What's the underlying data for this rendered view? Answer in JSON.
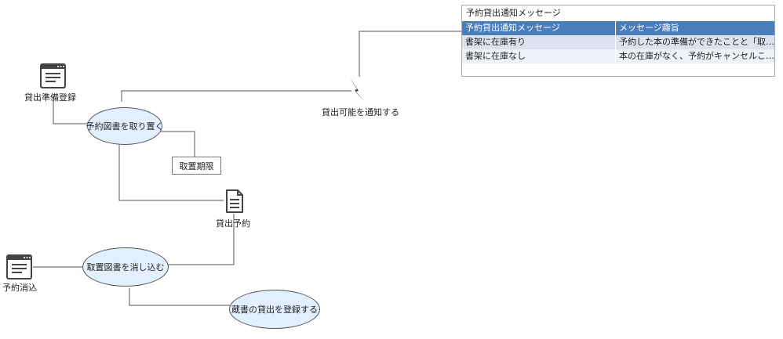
{
  "nodes": {
    "lending_prep_register": "貸出準備登録",
    "reserve_hold": "予約図書を取り置く",
    "hold_deadline": "取置期限",
    "notify_available": "貸出可能を通知する",
    "lending_reservation": "貸出予約",
    "clear_hold": "取置図書を消し込む",
    "reservation_clear": "予約消込",
    "register_lending": "蔵書の貸出を登録する"
  },
  "message_table": {
    "title": "予約貸出通知メッセージ",
    "columns": [
      "予約貸出通知メッセージ",
      "メッセージ趣旨"
    ],
    "rows": [
      [
        "書架に在庫有り",
        "予約した本の準備ができたことと「取り…"
      ],
      [
        "書架に在庫なし",
        "本の在庫がなく、予約がキャンセルこと…"
      ]
    ]
  },
  "colors": {
    "ellipse_fill": "#e3efff",
    "table_header": "#4a7ebb",
    "line": "#555555"
  },
  "icons": {
    "screen": "screen-window-icon",
    "document": "document-icon",
    "lightning": "lightning-event-icon"
  }
}
